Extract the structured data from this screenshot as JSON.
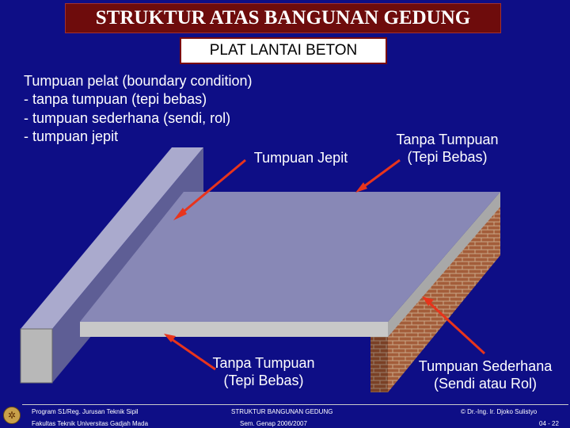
{
  "title": "STRUKTUR ATAS BANGUNAN GEDUNG",
  "subtitle": "PLAT LANTAI BETON",
  "intro": {
    "line1": "Tumpuan pelat (boundary condition)",
    "line2": "- tanpa tumpuan (tepi bebas)",
    "line3": "- tumpuan sederhana (sendi, rol)",
    "line4": "- tumpuan jepit"
  },
  "labels": {
    "jepit": "Tumpuan Jepit",
    "bebas_top_1": "Tanpa Tumpuan",
    "bebas_top_2": "(Tepi Bebas)",
    "bebas_bottom_1": "Tanpa Tumpuan",
    "bebas_bottom_2": "(Tepi Bebas)",
    "sederhana_1": "Tumpuan Sederhana",
    "sederhana_2": "(Sendi atau Rol)"
  },
  "footer": {
    "program": "Program S1/Reg. Jurusan Teknik Sipil",
    "faculty": "Fakultas Teknik  Universitas Gadjah Mada",
    "course": "STRUKTUR BANGUNAN GEDUNG",
    "semester": "Sem. Genap 2006/2007",
    "author": "© Dr.-Ing. Ir. Djoko Sulistyo",
    "page": "04 - 22"
  },
  "colors": {
    "background": "#0e0e86",
    "title_box": "#6e0c0c",
    "arrow": "#e8341c",
    "wall_top": "#aaaacd",
    "wall_face": "#5e5e95",
    "slab_top": "#8888b6",
    "slab_edge": "#c8c8c8",
    "brick": "#a35d3a",
    "mortar": "#c8a888"
  },
  "icons": {
    "logo": "university-seal-icon"
  }
}
